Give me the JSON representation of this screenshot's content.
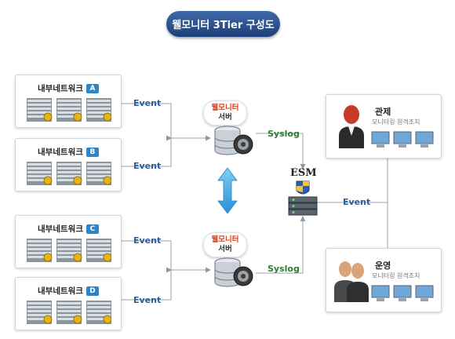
{
  "title": "웰모니터 3Tier 구성도",
  "networks": [
    {
      "label": "내부네트워크",
      "badge": "A"
    },
    {
      "label": "내부네트워크",
      "badge": "B"
    },
    {
      "label": "내부네트워크",
      "badge": "C"
    },
    {
      "label": "내부네트워크",
      "badge": "D"
    }
  ],
  "event_label": "Event",
  "syslog_label": "Syslog",
  "servers": [
    {
      "line1": "웰모니터",
      "line2": "서버"
    },
    {
      "line1": "웰모니터",
      "line2": "서버"
    }
  ],
  "esm": {
    "label": "ESM"
  },
  "roles": [
    {
      "title": "관제",
      "subtitle": "모니터링 원격조치"
    },
    {
      "title": "운영",
      "subtitle": "모니터링 원격조치"
    }
  ],
  "colors": {
    "title_bg": "#2b5191",
    "event": "#2a5d9a",
    "syslog": "#2c7d2c",
    "server_name": "#d6401d",
    "badge": "#2b86c9"
  }
}
